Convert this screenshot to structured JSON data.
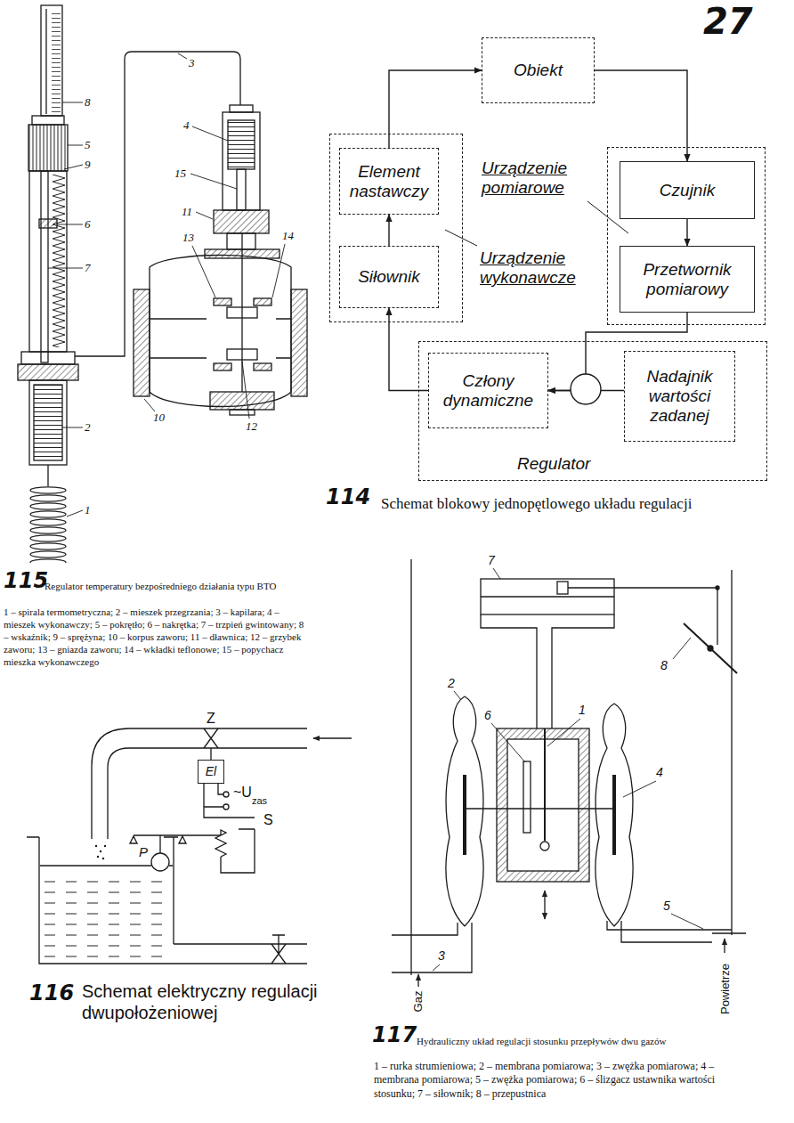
{
  "diagram": {
    "nodes": [
      {
        "text": [
          "Obiekt"
        ]
      },
      {
        "text": [
          "Urządzenie wykonawcze"
        ]
      },
      {
        "text": [
          "Element nastawczy"
        ],
        "in": 1
      },
      {
        "text": [
          "Siłownik"
        ],
        "in": 1
      },
      {
        "text": [
          "Urządzenie pomiarowe"
        ]
      },
      {
        "text": [
          "Czujnik"
        ],
        "in": 4
      },
      {
        "text": [
          "Przetwornik pomiarowy"
        ],
        "in": 4
      },
      {
        "text": [
          "Regulator"
        ]
      },
      {
        "text": [
          "Człony dynamiczne"
        ],
        "in": 7
      },
      {
        "text": [
          "Nadajnik wartości zadanej"
        ],
        "in": 7
      },
      {
        "text": [
          "El"
        ]
      }
    ],
    "edges": [
      {
        "from": 0,
        "to": 5,
        "arrow": "to"
      },
      {
        "from": 5,
        "to": 6,
        "arrow": "to"
      },
      {
        "from": 6,
        "to": 8,
        "arrow": "to"
      },
      {
        "from": 9,
        "to": 8,
        "arrow": "to"
      },
      {
        "from": 8,
        "to": 3,
        "arrow": "to"
      },
      {
        "from": 3,
        "to": 2,
        "arrow": "to"
      },
      {
        "from": 2,
        "to": 0,
        "arrow": "to"
      }
    ],
    "labels": [
      "27",
      "8",
      "5",
      "9",
      "6",
      "7",
      "2",
      "1",
      "3",
      "4",
      "15",
      "11",
      "13",
      "14",
      "10",
      "12",
      "115",
      "Regulator temperatury bezpośredniego działania typu BTO",
      "1 – spirala termometryczna; 2 – mieszek przegrzania; 3 – kapilara; 4 – mieszek wykonawczy; 5 – pokrętło; 6 – nakrętka; 7 – trzpień gwintowany; 8 – wskaźnik; 9 – sprężyna; 10 – korpus zaworu; 11 – dławnica; 12 – grzybek zaworu; 13 – gniazda zaworu; 14 – wkładki teflonowe; 15 – popychacz mieszka wykonawczego",
      "114",
      "Schemat blokowy jednopętlowego układu regulacji",
      "Z",
      "~U",
      "zas",
      "S",
      "P",
      "116",
      "Schemat elektryczny regulacji dwupołożeniowej",
      "7",
      "8",
      "2",
      "6",
      "1",
      "4",
      "5",
      "3",
      "Gaz",
      "Powietrze",
      "117",
      "Hydrauliczny układ regulacji stosunku przepływów dwu gazów",
      "1 – rurka strumieniowa; 2 – membrana pomiarowa; 3 – zwężka pomiarowa; 4 – membrana pomiarowa; 5 – zwężka pomiarowa; 6 – ślizgacz ustawnika wartości stosunku; 7 – siłownik; 8 – przepustnica"
    ]
  }
}
